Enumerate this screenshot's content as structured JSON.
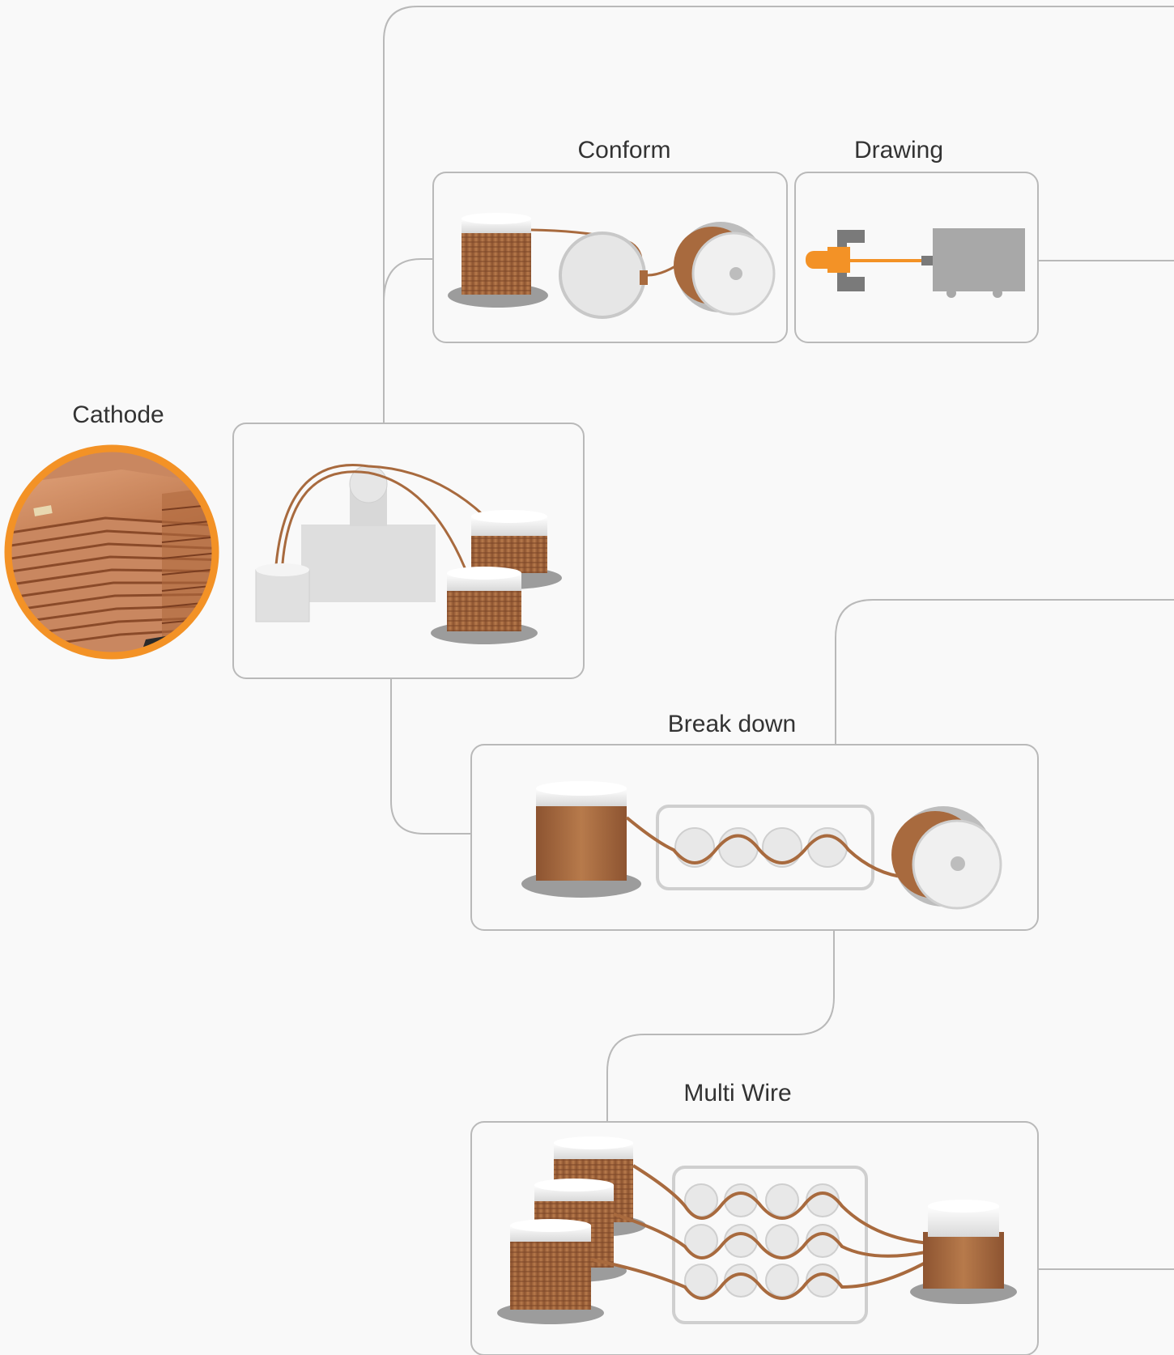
{
  "labels": {
    "cathode": "Cathode",
    "conform": "Conform",
    "drawing": "Drawing",
    "break_down": "Break down",
    "multi_wire": "Multi Wire"
  },
  "colors": {
    "copper": "#a86a3e",
    "copper_dark": "#8a5230",
    "orange": "#f39226",
    "line_gray": "#b9b9b9",
    "silver": "#d9d9d9",
    "text": "#333333"
  }
}
